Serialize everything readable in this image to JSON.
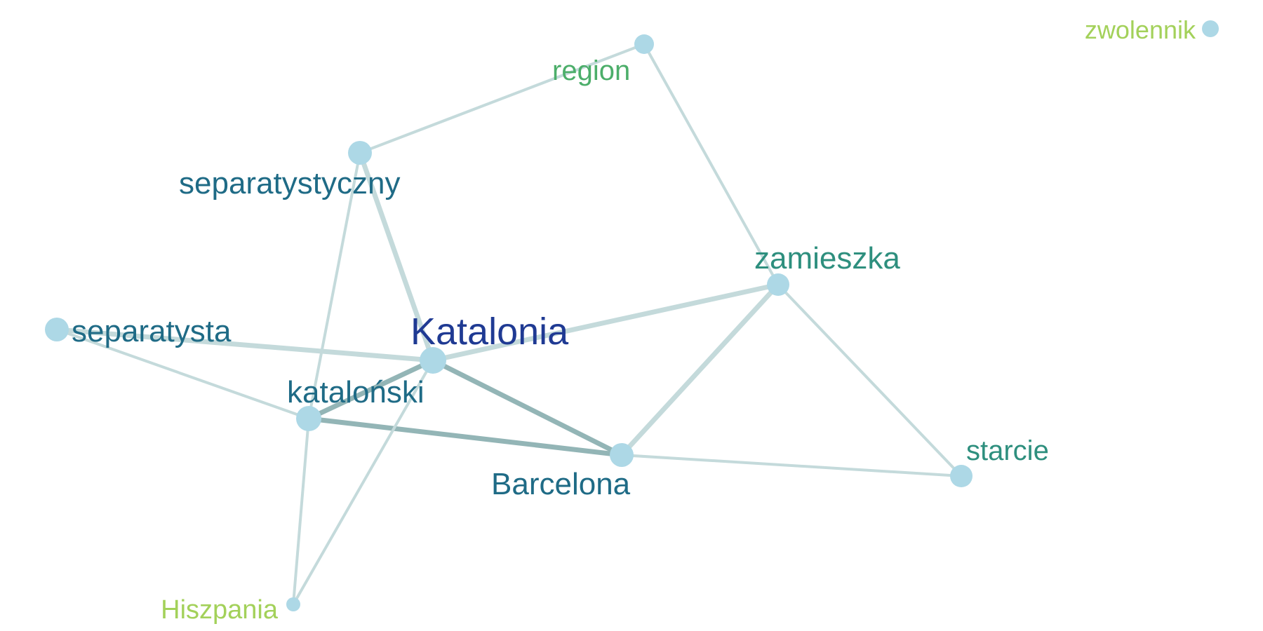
{
  "graph": {
    "nodes": [
      {
        "id": "katalonia",
        "label": "Katalonia",
        "color": "#1f3a93"
      },
      {
        "id": "katalonski",
        "label": "kataloński",
        "color": "#1f6b86"
      },
      {
        "id": "separatystyczny",
        "label": "separatystyczny",
        "color": "#1f6b86"
      },
      {
        "id": "separatysta",
        "label": "separatysta",
        "color": "#1f6b86"
      },
      {
        "id": "barcelona",
        "label": "Barcelona",
        "color": "#1f6b86"
      },
      {
        "id": "zamieszka",
        "label": "zamieszka",
        "color": "#2e8f7e"
      },
      {
        "id": "starcie",
        "label": "starcie",
        "color": "#2e8f7e"
      },
      {
        "id": "region",
        "label": "region",
        "color": "#4cae6a"
      },
      {
        "id": "hiszpania",
        "label": "Hiszpania",
        "color": "#a3d15a"
      },
      {
        "id": "zwolennik",
        "label": "zwolennik",
        "color": "#a3d15a"
      }
    ],
    "edges": [
      {
        "source": "katalonia",
        "target": "katalonski",
        "weight": 3
      },
      {
        "source": "katalonia",
        "target": "barcelona",
        "weight": 3
      },
      {
        "source": "katalonski",
        "target": "barcelona",
        "weight": 3
      },
      {
        "source": "katalonia",
        "target": "zamieszka",
        "weight": 2
      },
      {
        "source": "katalonia",
        "target": "separatysta",
        "weight": 2
      },
      {
        "source": "katalonia",
        "target": "separatystyczny",
        "weight": 2
      },
      {
        "source": "katalonia",
        "target": "hiszpania",
        "weight": 1
      },
      {
        "source": "katalonski",
        "target": "separatystyczny",
        "weight": 1
      },
      {
        "source": "katalonski",
        "target": "separatysta",
        "weight": 1
      },
      {
        "source": "katalonski",
        "target": "hiszpania",
        "weight": 1
      },
      {
        "source": "separatystyczny",
        "target": "region",
        "weight": 1
      },
      {
        "source": "region",
        "target": "zamieszka",
        "weight": 1
      },
      {
        "source": "zamieszka",
        "target": "barcelona",
        "weight": 2
      },
      {
        "source": "zamieszka",
        "target": "starcie",
        "weight": 1
      },
      {
        "source": "barcelona",
        "target": "starcie",
        "weight": 1
      }
    ],
    "colors": {
      "node_fill": "#add8e6",
      "edge_light": "#c4dadb",
      "edge_dark": "#93b5b6"
    }
  }
}
